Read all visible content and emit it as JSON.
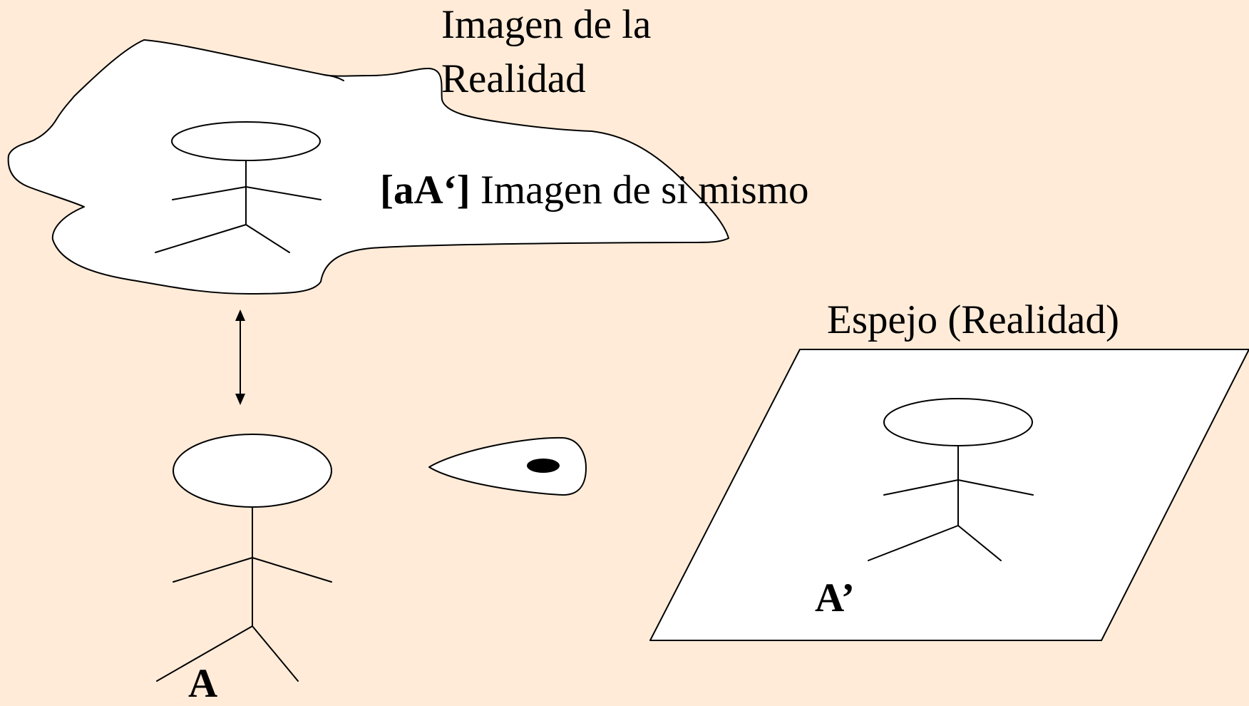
{
  "colors": {
    "background": "#ffebd8",
    "shape_fill": "#ffffff",
    "stroke": "#000000"
  },
  "labels": {
    "reality_image_line1": "Imagen de la",
    "reality_image_line2": "Realidad",
    "self_image_tag": "[aA‘]",
    "self_image_text": " Imagen de si mismo",
    "mirror_title": "Espejo (Realidad)",
    "mirror_figure": "A’",
    "person": "A"
  },
  "icons": {
    "connector": "double-headed-arrow",
    "gaze": "eye-icon"
  }
}
